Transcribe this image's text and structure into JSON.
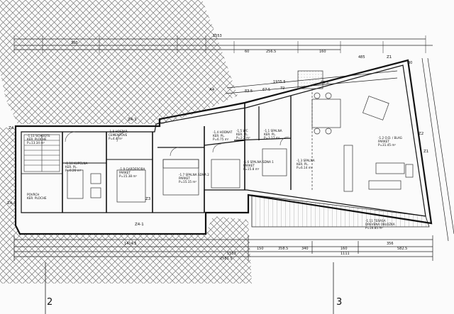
{
  "dimensions": {
    "top": [
      "1553",
      "1935.5",
      "300",
      "60",
      "256.5",
      "160",
      "485",
      "83.5",
      "67.5",
      "72",
      "63.5",
      "30"
    ],
    "bottom": [
      "1414.5",
      "1553",
      "150",
      "358.5",
      "340",
      "160",
      "582.5",
      "1111",
      "2581.5",
      "356"
    ]
  },
  "rooms": [
    {
      "code": "-1.11 SCHODTE",
      "sub": "KER. PLOCHE",
      "area": "P=13.34 m²"
    },
    {
      "code": "-1.10 KUPELNA",
      "sub": "KER. PL.",
      "area": "P=6.26 m²"
    },
    {
      "code": "-1.8 HOSPAR",
      "sub": "CEMENTOVE",
      "area": "P=4.4 m²"
    },
    {
      "code": "-1.9 GARDEROBA",
      "sub": "PARKET",
      "area": "P=15.38 m²"
    },
    {
      "code": "-1.7 SPALNA SDNA 2",
      "sub": "PARKET",
      "area": "P=15.15 m²"
    },
    {
      "code": "-1.4 HODNAT",
      "sub": "KER. PL.",
      "area": "P=6.75 m²"
    },
    {
      "code": "-1.5 WC",
      "sub": "KER. PL.",
      "area": "P=2.2 m²"
    },
    {
      "code": "-1.6 SPALNA SDNA 1",
      "sub": "PARKET",
      "area": "P=15.8 m²"
    },
    {
      "code": "-1.1 SPALNA",
      "sub": "KER. PL.",
      "area": "P=3.17 m²"
    },
    {
      "code": "-1.3 SPALNA",
      "sub": "KER. PL.",
      "area": "P=6.14 m²"
    },
    {
      "code": "-1.2 O.D. / BLAG",
      "sub": "PARKET",
      "area": "P=31.45 m²"
    },
    {
      "code": "-1.11 TERASA",
      "sub": "DREVENA OBLOZKA",
      "area": "P=16.85 m²"
    },
    {
      "code": "POVRCH",
      "sub": "KER. PLOCHE",
      "area": ""
    }
  ],
  "tags": [
    "Z4-1",
    "Z4-1",
    "Z3",
    "Z4-1",
    "Z1",
    "Z2",
    "Z1",
    "Z4",
    "A4"
  ],
  "section_numbers": [
    "2",
    "3"
  ],
  "colors": {
    "line": "#222222",
    "hatch": "#7a7a7a",
    "paper": "#fbfbfb"
  }
}
